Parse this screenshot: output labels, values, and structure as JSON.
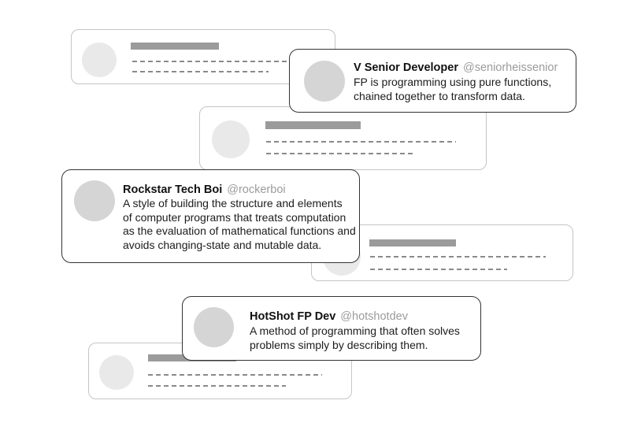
{
  "canvas": {
    "background": "#ffffff"
  },
  "colors": {
    "tweet_card_border": "#333333",
    "placeholder_card_border": "#c5c5c5",
    "tweet_avatar": "#d5d5d5",
    "placeholder_avatar": "#e9e9e9",
    "placeholder_name_bar": "#9b9b9b",
    "placeholder_dash_line": "#8a8a8a",
    "display_name_text": "#111111",
    "handle_text": "#9b9b9b",
    "body_text": "#1c1c1c"
  },
  "tweets": [
    {
      "display_name": "V Senior Developer",
      "handle": "@seniorheissenior",
      "lines": [
        "FP is programming using pure functions,",
        "chained together to transform data."
      ]
    },
    {
      "display_name": "Rockstar Tech Boi",
      "handle": "@rockerboi",
      "lines": [
        "A style of building the structure and elements",
        "of computer programs that treats computation",
        "as the evaluation of mathematical functions and",
        "avoids changing-state and mutable data."
      ]
    },
    {
      "display_name": "HotShot FP Dev",
      "handle": "@hotshotdev",
      "lines": [
        "A method of programming that often solves",
        "problems simply by describing them."
      ]
    }
  ],
  "placeholder_card_count": 4
}
